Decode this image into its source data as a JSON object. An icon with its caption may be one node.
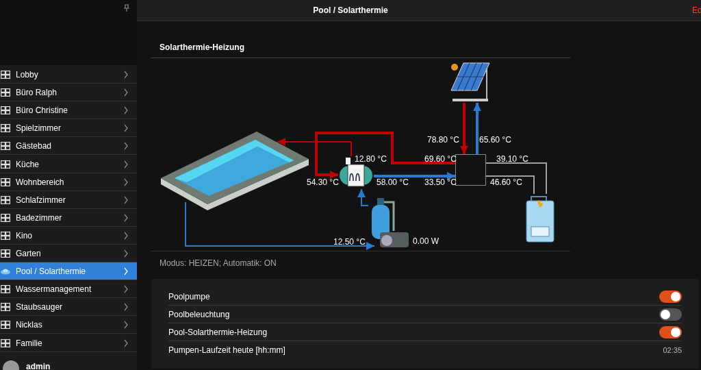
{
  "diagram": {
    "title": "Pool / Solarthermie",
    "nodes": [
      {
        "text": [],
        "shape": "picture"
      },
      {
        "text": [],
        "shape": "picture",
        "beside": [
          "12.80 °C"
        ]
      },
      {
        "text": [],
        "shape": "picture",
        "beside": [
          "0.00 W"
        ]
      },
      {
        "text": [],
        "shape": "picture"
      },
      {
        "text": [],
        "shape": "box"
      },
      {
        "text": [],
        "shape": "picture"
      }
    ],
    "edges": [
      {
        "from": 4,
        "to": 1,
        "arrow": "to",
        "style": "thick",
        "color": "#c00000"
      },
      {
        "from": 1,
        "to": 0,
        "arrow": "to",
        "color": "#c00000"
      },
      {
        "from": 0,
        "to": 2,
        "arrow": "to"
      },
      {
        "from": 2,
        "to": 1,
        "arrow": "to"
      },
      {
        "from": 1,
        "to": 4,
        "arrow": "to",
        "style": "thick"
      },
      {
        "from": 3,
        "to": 4,
        "arrow": "to",
        "style": "thick",
        "color": "#c00000"
      },
      {
        "from": 4,
        "to": 3,
        "arrow": "to",
        "style": "thick"
      },
      {
        "from": 4,
        "to": 5,
        "arrow": "none",
        "color": "#a0a0a0"
      },
      {
        "from": 4,
        "to": 5,
        "arrow": "none",
        "color": "#a0a0a0"
      }
    ],
    "labels": [
      "Ed",
      "Lobby",
      "Büro Ralph",
      "Büro Christine",
      "Spielzimmer",
      "Gästebad",
      "Küche",
      "Wohnbereich",
      "Schlafzimmer",
      "Badezimmer",
      "Kino",
      "Garten",
      "Pool / Solarthermie",
      "Wassermanagement",
      "Staubsauger",
      "Nicklas",
      "Familie",
      "admin",
      "Solarthermie-Heizung",
      "78.80 °C",
      "65.60 °C",
      "69.60 °C",
      "39.10 °C",
      "54.30 °C",
      "58.00 °C",
      "33.50 °C",
      "46.60 °C",
      "12.50 °C",
      "Modus: HEIZEN; Automatik: ON",
      "Poolpumpe",
      "Poolbeleuchtung",
      "Pool-Solarthermie-Heizung",
      "Pumpen-Laufzeit heute [hh:mm]",
      "02:35"
    ]
  }
}
